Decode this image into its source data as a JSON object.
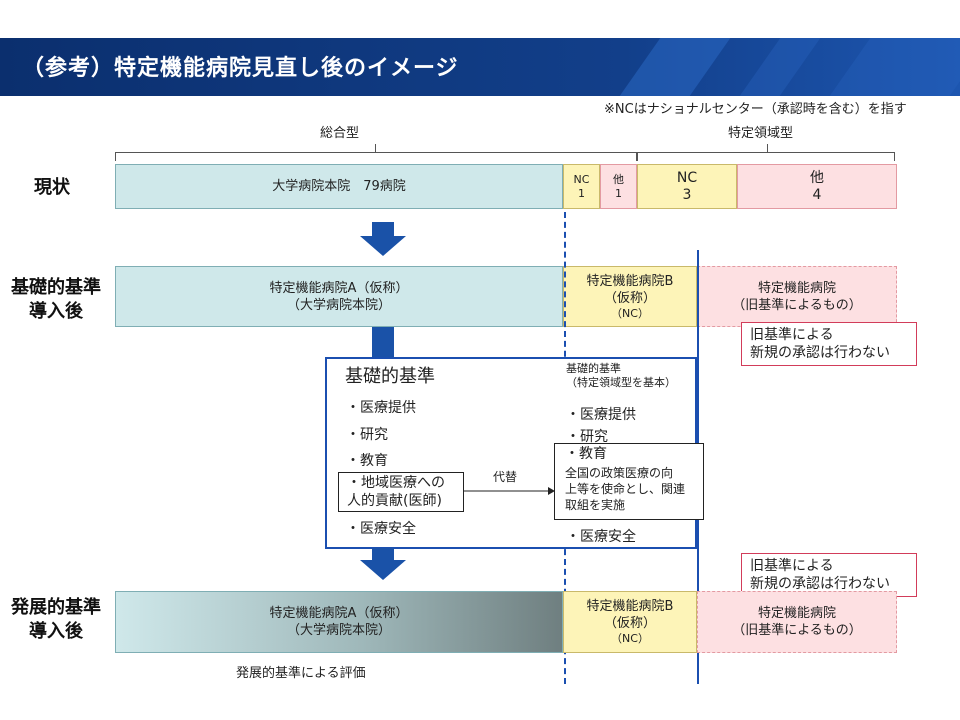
{
  "header": {
    "title": "（参考）特定機能病院見直し後のイメージ"
  },
  "note": "※NCはナショナルセンター（承認時を含む）を指す",
  "groups": {
    "comprehensive": "総合型",
    "specific": "特定領域型"
  },
  "row_labels": {
    "current": "現状",
    "basic_1": "基礎的基準",
    "basic_2": "導入後",
    "advanced_1": "発展的基準",
    "advanced_2": "導入後"
  },
  "current_row": {
    "univ": "大学病院本院　79病院",
    "nc_small_1": "NC",
    "nc_small_2": "1",
    "other_small_1": "他",
    "other_small_2": "1",
    "nc_big_1": "NC",
    "nc_big_2": "3",
    "other_big_1": "他",
    "other_big_2": "4"
  },
  "basic_row": {
    "a_1": "特定機能病院A（仮称）",
    "a_2": "（大学病院本院）",
    "b_1": "特定機能病院B",
    "b_2": "（仮称）",
    "b_3": "（NC）",
    "old_1": "特定機能病院",
    "old_2": "（旧基準によるもの）"
  },
  "callout": {
    "line1": "旧基準による",
    "line2": "新規の承認は行わない"
  },
  "criteria": {
    "title": "基礎的基準",
    "items": [
      "・医療提供",
      "・研究",
      "・教育",
      "・地域医療への",
      "人的貢献(医師)",
      "・医療安全"
    ],
    "substitute": "代替",
    "right_title_1": "基礎的基準",
    "right_title_2": "（特定領域型を基本）",
    "right_items": [
      "・医療提供",
      "・研究",
      "・教育",
      "全国の政策医療の向",
      "上等を使命とし、関連",
      "取組を実施",
      "・医療安全"
    ]
  },
  "advanced_row": {
    "a_1": "特定機能病院A（仮称）",
    "a_2": "（大学病院本院）",
    "b_1": "特定機能病院B",
    "b_2": "（仮称）",
    "b_3": "（NC）",
    "old_1": "特定機能病院",
    "old_2": "（旧基準によるもの）",
    "footer": "発展的基準による評価"
  },
  "colors": {
    "title_bg": "#0b2f6e",
    "teal": "#cfe8ea",
    "yellow": "#fdf4b8",
    "pink": "#fde0e2",
    "arrow_blue": "#1a52a8",
    "frame_blue": "#1b4fb0",
    "callout_border": "#d23c5a"
  }
}
